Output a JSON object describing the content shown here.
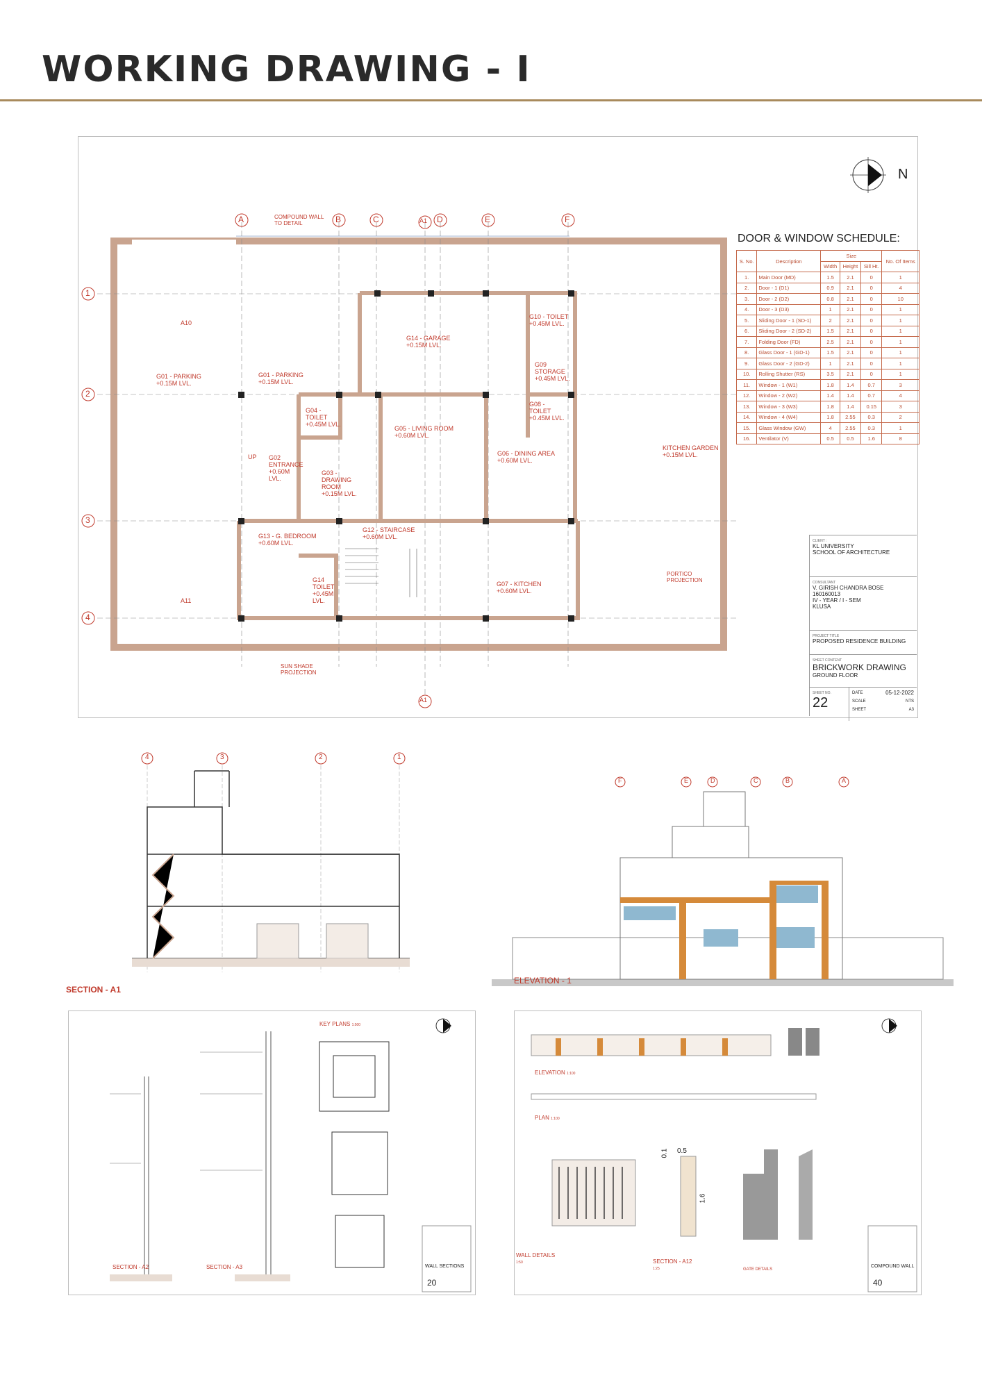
{
  "page_title": "WORKING DRAWING - I",
  "compass": {
    "label": "N"
  },
  "main_plan": {
    "schedule_title": "DOOR & WINDOW SCHEDULE:",
    "schedule_headers": {
      "sno": "S. No.",
      "desc": "Description",
      "size": "Size",
      "width": "Width",
      "height": "Height",
      "sill": "Sill Ht.",
      "count": "No. Of Items"
    },
    "schedule_rows": [
      [
        "1.",
        "Main Door (MD)",
        "1.5",
        "2.1",
        "0",
        "1"
      ],
      [
        "2.",
        "Door - 1 (D1)",
        "0.9",
        "2.1",
        "0",
        "4"
      ],
      [
        "3.",
        "Door - 2 (D2)",
        "0.8",
        "2.1",
        "0",
        "10"
      ],
      [
        "4.",
        "Door - 3 (D3)",
        "1",
        "2.1",
        "0",
        "1"
      ],
      [
        "5.",
        "Sliding Door - 1 (SD-1)",
        "2",
        "2.1",
        "0",
        "1"
      ],
      [
        "6.",
        "Sliding Door - 2 (SD-2)",
        "1.5",
        "2.1",
        "0",
        "1"
      ],
      [
        "7.",
        "Folding Door (FD)",
        "2.5",
        "2.1",
        "0",
        "1"
      ],
      [
        "8.",
        "Glass Door - 1 (GD-1)",
        "1.5",
        "2.1",
        "0",
        "1"
      ],
      [
        "9.",
        "Glass Door - 2 (GD-2)",
        "1",
        "2.1",
        "0",
        "1"
      ],
      [
        "10.",
        "Rolling Shutter (RS)",
        "3.5",
        "2.1",
        "0",
        "1"
      ],
      [
        "11.",
        "Window - 1 (W1)",
        "1.8",
        "1.4",
        "0.7",
        "3"
      ],
      [
        "12.",
        "Window - 2 (W2)",
        "1.4",
        "1.4",
        "0.7",
        "4"
      ],
      [
        "13.",
        "Window - 3 (W3)",
        "1.8",
        "1.4",
        "0.15",
        "3"
      ],
      [
        "14.",
        "Window - 4 (W4)",
        "1.8",
        "2.55",
        "0.3",
        "2"
      ],
      [
        "15.",
        "Glass Window (GW)",
        "4",
        "2.55",
        "0.3",
        "1"
      ],
      [
        "16.",
        "Ventilator (V)",
        "0.5",
        "0.5",
        "1.6",
        "8"
      ]
    ],
    "grid_letters": [
      "A",
      "B",
      "C",
      "A1",
      "D",
      "E",
      "F"
    ],
    "grid_numbers": [
      "1",
      "2",
      "3",
      "4"
    ],
    "rooms": [
      {
        "name": "G01 - PARKING",
        "lvl": "+0.15M LVL."
      },
      {
        "name": "G01 - PARKING",
        "lvl": "+0.15M LVL."
      },
      {
        "name": "G14 - GARAGE",
        "lvl": "+0.15M LVL."
      },
      {
        "name": "G10 - TOILET",
        "lvl": "+0.45M LVL."
      },
      {
        "name": "G09 STORAGE",
        "lvl": "+0.45M LVL."
      },
      {
        "name": "G04 - TOILET",
        "lvl": "+0.45M LVL."
      },
      {
        "name": "G05 - LIVING ROOM",
        "lvl": "+0.60M LVL."
      },
      {
        "name": "G08 - TOILET",
        "lvl": "+0.45M LVL."
      },
      {
        "name": "G02 ENTRANCE",
        "lvl": "+0.60M LVL."
      },
      {
        "name": "G03 - DRAWING ROOM",
        "lvl": "+0.15M LVL."
      },
      {
        "name": "G06 - DINING AREA",
        "lvl": "+0.60M LVL."
      },
      {
        "name": "KITCHEN GARDEN",
        "lvl": "+0.15M LVL."
      },
      {
        "name": "G13 - G. BEDROOM",
        "lvl": "+0.60M LVL."
      },
      {
        "name": "G12 - STAIRCASE",
        "lvl": "+0.60M LVL."
      },
      {
        "name": "G14 TOILET",
        "lvl": "+0.45M LVL."
      },
      {
        "name": "G07 - KITCHEN",
        "lvl": "+0.60M LVL."
      }
    ],
    "notes": {
      "compound": "COMPOUND WALL TO DETAIL",
      "portico": "PORTICO PROJECTION",
      "sunshade": "SUN SHADE PROJECTION",
      "up": "UP",
      "section_tag": "A10",
      "section_tag2": "A11",
      "section_tag3": "A1"
    },
    "title_block": {
      "client_lbl": "CLIENT :",
      "client": "KL UNIVERSITY",
      "client2": "SCHOOL OF ARCHITECTURE",
      "consultant_lbl": "CONSULTANT",
      "c1": "V. GIRISH CHANDRA BOSE",
      "c2": "160160013",
      "c3": "IV - YEAR / I - SEM",
      "c4": "KLUSA",
      "project_lbl": "PROJECT TITLE",
      "project": "PROPOSED RESIDENCE BUILDING",
      "sheet_content_lbl": "SHEET CONTENT",
      "sheet_content": "BRICKWORK DRAWING",
      "sheet_content2": "GROUND FLOOR",
      "sheet_no_lbl": "SHEET NO.",
      "sheet_no": "22",
      "date_lbl": "DATE",
      "date": "05-12-2022",
      "scale_lbl": "SCALE",
      "scale": "NTS",
      "sheet_lbl": "SHEET",
      "sheet": "A3"
    }
  },
  "section_a1": {
    "label": "SECTION - A1",
    "grid": [
      "4",
      "3",
      "2",
      "1"
    ]
  },
  "elevation": {
    "label": "ELEVATION - 1",
    "grid": [
      "F",
      "E",
      "D",
      "C",
      "B",
      "A"
    ]
  },
  "wall_sheet": {
    "section_a2": "SECTION - A2",
    "section_a3": "SECTION - A3",
    "key_plans": "KEY PLANS",
    "key_scale": "1:500",
    "sheet_content": "WALL SECTIONS",
    "sheet_no": "20"
  },
  "compound_sheet": {
    "elevation": "ELEVATION",
    "elevation_scale": "1:100",
    "plan": "PLAN",
    "plan_scale": "1:100",
    "wall_details": "WALL DETAILS",
    "wall_scale": "1:50",
    "section_a12": "SECTION - A12",
    "section_scale": "1:25",
    "gate_details": "GATE DETAILS",
    "dim1": "0.1",
    "dim2": "0.5",
    "dim3": "1.6",
    "sheet_content": "COMPOUND WALL",
    "sheet_no": "40"
  },
  "colors": {
    "accent": "#a88a5c",
    "wall": "#c9a48f",
    "red": "#c0392b",
    "brick": "#d58a3a",
    "glass": "#8fb8d0"
  }
}
